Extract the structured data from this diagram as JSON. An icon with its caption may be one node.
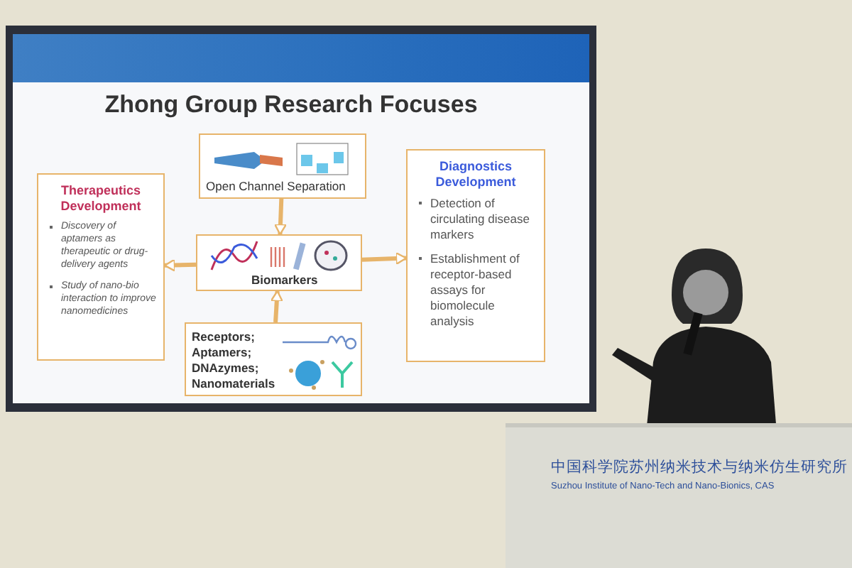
{
  "diagram": {
    "title": "Zhong Group Research Focuses",
    "nodes": [
      {
        "text": [
          "Open Channel Separation"
        ]
      },
      {
        "text": [
          "Therapeutics Development",
          "Discovery of aptamers as therapeutic or drug-delivery agents",
          "Study of nano-bio interaction to improve nanomedicines"
        ]
      },
      {
        "text": [
          "Biomarkers"
        ]
      },
      {
        "text": [
          "Diagnostics Development",
          "Detection of circulating disease markers",
          "Establishment of receptor-based assays for biomolecule analysis"
        ]
      },
      {
        "text": [
          "Receptors; Aptamers; DNAzymes; Nanomaterials"
        ]
      }
    ],
    "edges": [
      {
        "from": 0,
        "to": 2,
        "arrow": "to"
      },
      {
        "from": 2,
        "to": 1,
        "arrow": "to"
      },
      {
        "from": 2,
        "to": 3,
        "arrow": "to"
      },
      {
        "from": 4,
        "to": 2,
        "arrow": "to"
      }
    ],
    "labels": [
      "中国科学院苏州纳米技术与纳米仿生研究所",
      "Suzhou Institute of Nano-Tech and Nano-Bionics, CAS"
    ]
  }
}
